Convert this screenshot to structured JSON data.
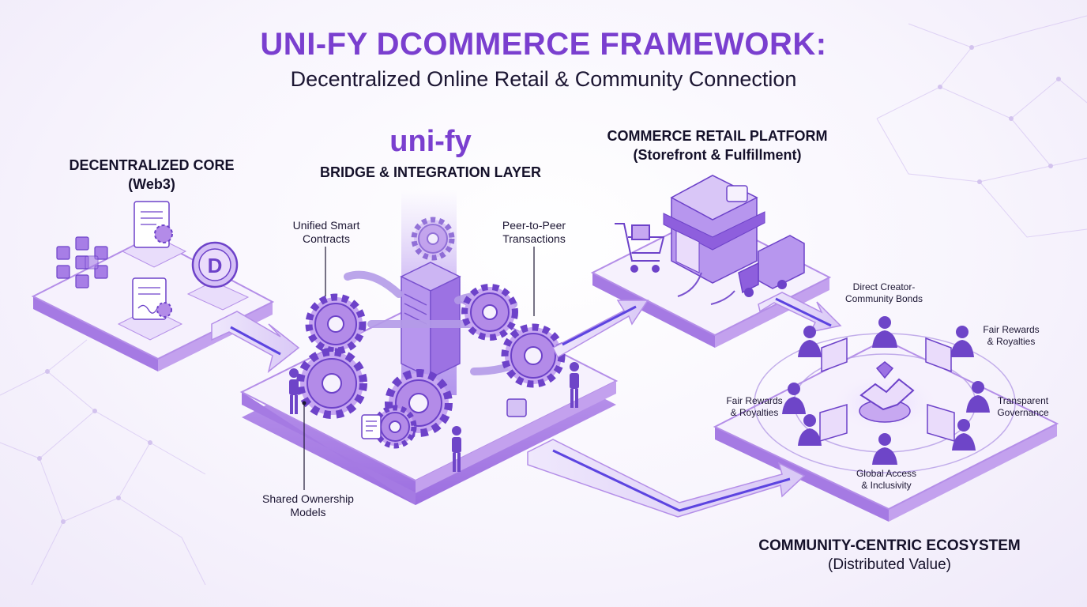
{
  "header": {
    "title": "UNI-FY DCOMMERCE FRAMEWORK:",
    "subtitle": "Decentralized Online Retail & Community Connection"
  },
  "core": {
    "title": "DECENTRALIZED CORE",
    "subtitle": "(Web3)",
    "token_letter": "D"
  },
  "bridge": {
    "brand": "uni-fy",
    "title": "BRIDGE & INTEGRATION LAYER",
    "callouts": {
      "smart_contracts": [
        "Unified Smart",
        "Contracts"
      ],
      "p2p": [
        "Peer-to-Peer",
        "Transactions"
      ],
      "ownership": [
        "Shared Ownership",
        "Models"
      ]
    }
  },
  "retail": {
    "title": "COMMERCE RETAIL PLATFORM",
    "subtitle": "(Storefront & Fulfillment)"
  },
  "ecosystem": {
    "title": "COMMUNITY-CENTRIC ECOSYSTEM",
    "subtitle": "(Distributed Value)",
    "callouts": {
      "bonds": [
        "Direct Creator-",
        "Community Bonds"
      ],
      "rewards_right": [
        "Fair Rewards",
        "& Royalties"
      ],
      "rewards_left": [
        "Fair Rewards",
        "& Royalties"
      ],
      "governance": [
        "Transparent",
        "Governance"
      ],
      "access": [
        "Global Access",
        "& Inclusivity"
      ]
    }
  },
  "colors": {
    "accent": "#7a3fcf",
    "platform_top": "#f6f1fd",
    "platform_side": "#b48ee8",
    "arrow": "#6a4fe0"
  }
}
